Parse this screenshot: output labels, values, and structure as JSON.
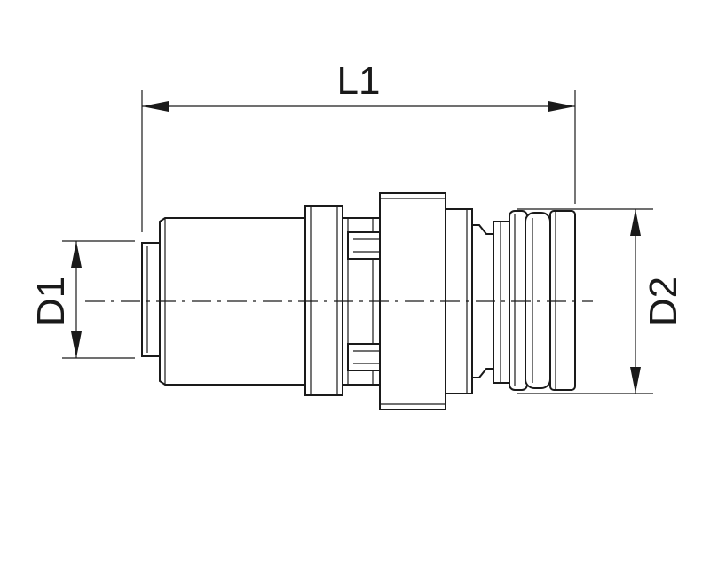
{
  "dimensions": {
    "length_label": "L1",
    "inlet_diameter_label": "D1",
    "outlet_diameter_label": "D2"
  }
}
